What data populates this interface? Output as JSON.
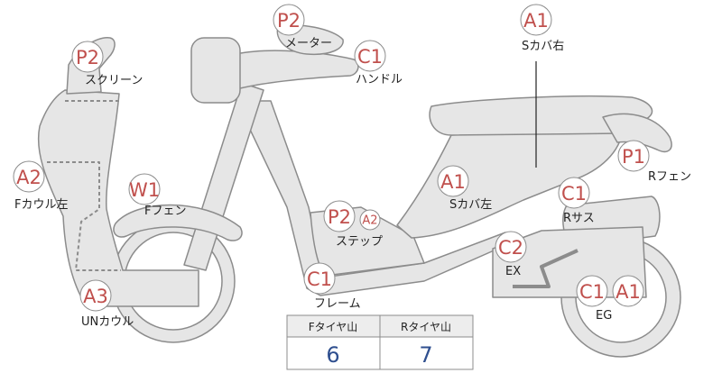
{
  "colors": {
    "body_fill": "#e6e6e6",
    "body_stroke": "#8c8c8c",
    "badge_text": "#c0504d",
    "badge_border": "#8c8c8c",
    "label_text": "#222222",
    "tire_value": "#2f4f8f",
    "tire_header_bg": "#ededed"
  },
  "parts": {
    "meter": {
      "grade": "P2",
      "label": "メーター"
    },
    "handle": {
      "grade": "C1",
      "label": "ハンドル"
    },
    "s_cover_right": {
      "grade": "A1",
      "label": "Sカバ右"
    },
    "screen": {
      "grade": "P2",
      "label": "スクリーン"
    },
    "f_cowl_left": {
      "grade": "A2",
      "label": "Fカウル左"
    },
    "f_fender": {
      "grade": "W1",
      "label": "Fフェン"
    },
    "step": {
      "grade": "P2",
      "grade2": "A2",
      "label": "ステップ"
    },
    "s_cover_left": {
      "grade": "A1",
      "label": "Sカバ左"
    },
    "r_fender": {
      "grade": "P1",
      "label": "Rフェン"
    },
    "r_suspension": {
      "grade": "C1",
      "label": "Rサス"
    },
    "exhaust": {
      "grade": "C2",
      "label": "EX"
    },
    "frame": {
      "grade": "C1",
      "label": "フレーム"
    },
    "under_cowl": {
      "grade": "A3",
      "label": "UNカウル"
    },
    "engine": {
      "grade": "C1",
      "grade2": "A1",
      "label": "EG"
    }
  },
  "tire_table": {
    "front_header": "Fタイヤ山",
    "rear_header": "Rタイヤ山",
    "front_value": "6",
    "rear_value": "7"
  }
}
